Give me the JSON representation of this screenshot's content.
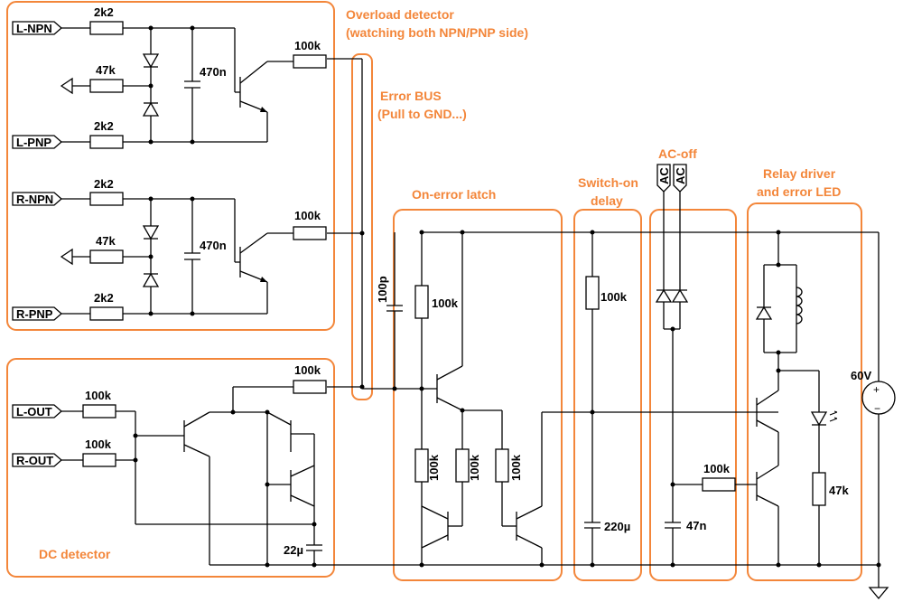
{
  "sections": {
    "overload": "Overload detector",
    "overload_sub": "(watching both NPN/PNP side)",
    "error_bus": "Error BUS",
    "error_bus_sub": "(Pull to GND...)",
    "latch": "On-error latch",
    "switch_on": "Switch-on",
    "switch_on_2": "delay",
    "ac_off": "AC-off",
    "relay": "Relay driver",
    "relay_2": "and error LED",
    "dc_detector": "DC detector"
  },
  "ports": {
    "l_npn": "L-NPN",
    "l_pnp": "L-PNP",
    "r_npn": "R-NPN",
    "r_pnp": "R-PNP",
    "l_out": "L-OUT",
    "r_out": "R-OUT",
    "ac": "AC"
  },
  "components": {
    "r_2k2": "2k2",
    "r_47k": "47k",
    "r_100k": "100k",
    "c_470n": "470n",
    "c_100p": "100p",
    "c_22u": "22µ",
    "c_220u": "220µ",
    "c_47n": "47n",
    "supply": "60V"
  },
  "colors": {
    "accent": "#f3863a",
    "wire": "#000000"
  }
}
